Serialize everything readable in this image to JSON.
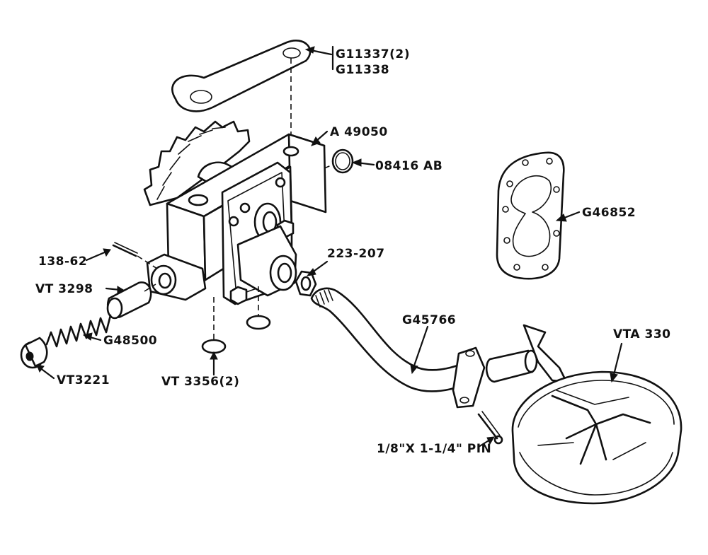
{
  "colors": {
    "ink": "#111111",
    "paper": "#ffffff"
  },
  "labels": {
    "gasket_plate": "G11337(2)",
    "gasket_plate_alt": "G11338",
    "pump_body": "A 49050",
    "o_ring": "08416 AB",
    "cover_gasket": "G46852",
    "pin": "138-62",
    "nut": "223-207",
    "plunger": "VT 3298",
    "spring": "G48500",
    "cap": "VT3221",
    "disc": "VT 3356(2)",
    "tube": "G45766",
    "screen": "VTA 330",
    "cotter": "1/8\"X 1-1/4\" PIN"
  }
}
